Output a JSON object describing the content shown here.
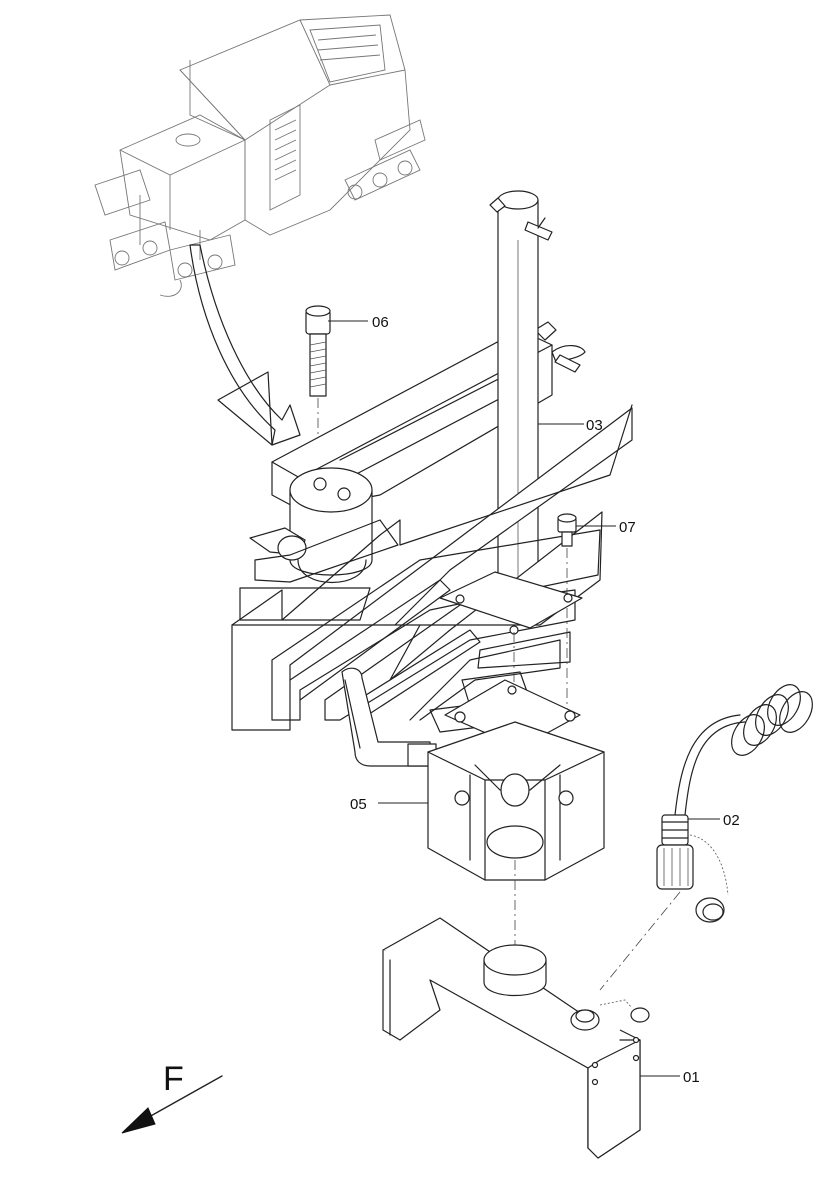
{
  "direction_label": "F",
  "callouts": [
    {
      "id": "01",
      "label": "01"
    },
    {
      "id": "02",
      "label": "02"
    },
    {
      "id": "03",
      "label": "03"
    },
    {
      "id": "05",
      "label": "05"
    },
    {
      "id": "06",
      "label": "06"
    },
    {
      "id": "07",
      "label": "07"
    }
  ],
  "colors": {
    "line": "#222222",
    "background": "#ffffff"
  }
}
